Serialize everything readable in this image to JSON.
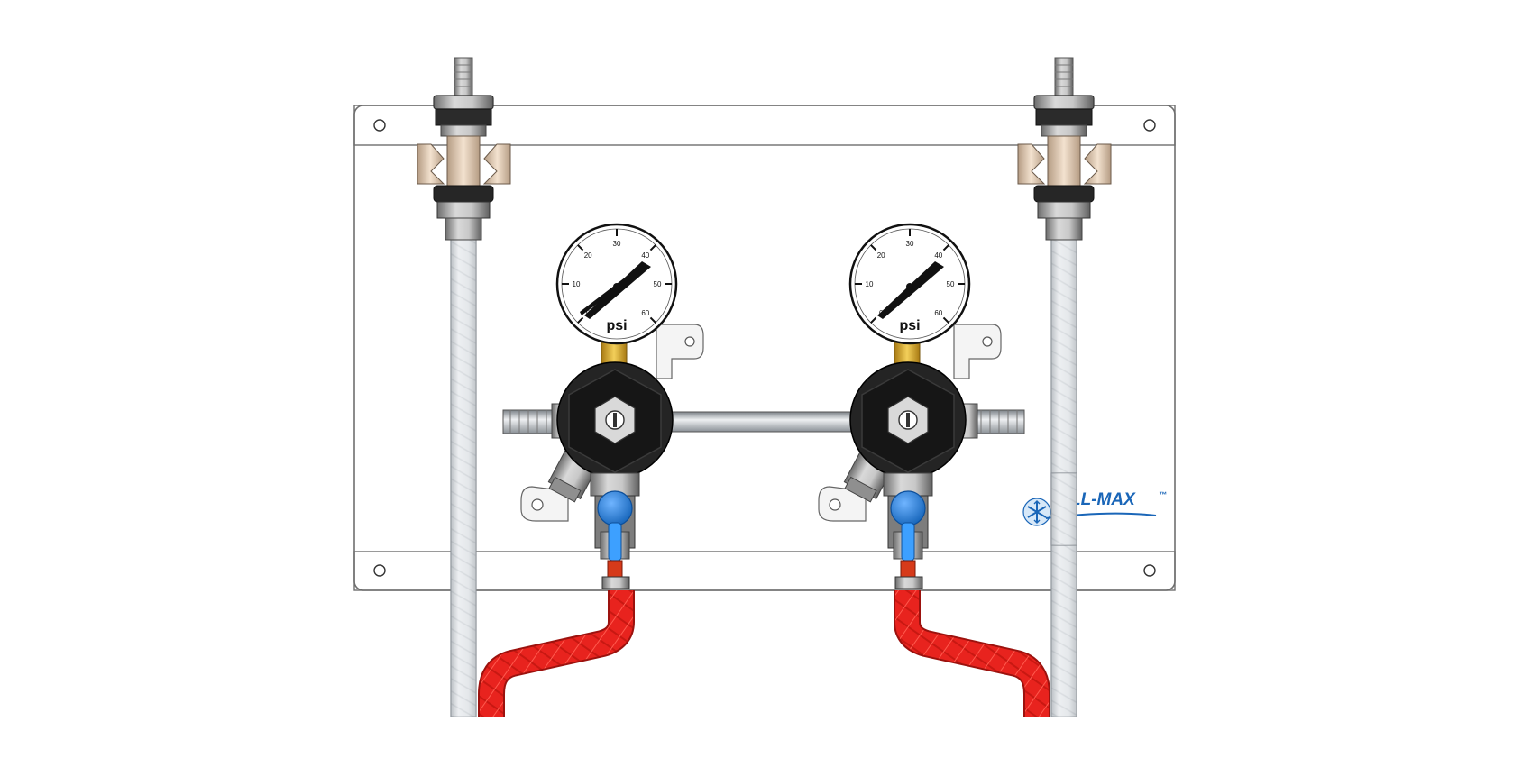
{
  "gauges": [
    {
      "unit": "psi",
      "ticks": [
        "0",
        "10",
        "20",
        "30",
        "40",
        "50",
        "60"
      ]
    },
    {
      "unit": "psi",
      "ticks": [
        "0",
        "10",
        "20",
        "30",
        "40",
        "50",
        "60"
      ]
    }
  ],
  "brand": {
    "name": "HILL-MAX",
    "trademark": "™"
  },
  "colors": {
    "panel_stroke": "#6f6f6f",
    "hose_red": "#e8231e",
    "hose_white": "#e8ebee",
    "regulator_body": "#1e1e1e",
    "shutoff_blue": "#1e7bd6",
    "brass": "#e0b43a",
    "brand_blue": "#1a66b8"
  }
}
